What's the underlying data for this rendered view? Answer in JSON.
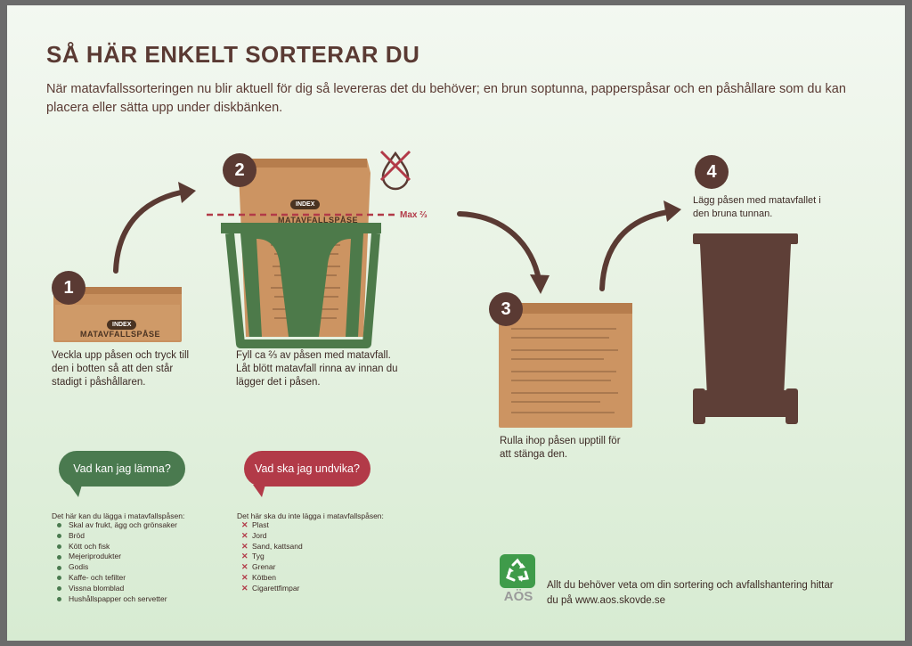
{
  "title": "SÅ HÄR ENKELT SORTERAR DU",
  "intro": "När matavfallssorteringen nu blir aktuell för dig så levereras det du behöver; en brun soptunna, papperspåsar och en påshållare som du kan placera eller sätta upp under diskbänken.",
  "colors": {
    "brown": "#5a3a33",
    "green": "#4a7a4f",
    "holder_green": "#4d7a4a",
    "red": "#b23a48",
    "bag": "#c9915f"
  },
  "steps": [
    {
      "number": "1",
      "text": "Veckla upp påsen och tryck till den i botten så att den står stadigt i påshållaren."
    },
    {
      "number": "2",
      "text": "Fyll ca ⅔ av påsen med matavfall. Låt blött matavfall rinna av innan du lägger det i påsen."
    },
    {
      "number": "3",
      "text": "Rulla ihop påsen upptill för att stänga den."
    },
    {
      "number": "4",
      "text": "Lägg påsen med matavfallet i den bruna tunnan."
    }
  ],
  "bag_label": "MATAVFALLSPÅSE",
  "bag_badge": "INDEX",
  "max_label": "Max ⅔",
  "icons": [
    "no-liquid-icon",
    "recycle-icon",
    "arrow-icon"
  ],
  "allowed": {
    "bubble": "Vad kan jag lämna?",
    "heading": "Det här kan du lägga i matavfallspåsen:",
    "items": [
      "Skal av frukt, ägg och grönsaker",
      "Bröd",
      "Kött och fisk",
      "Mejeriprodukter",
      "Godis",
      "Kaffe- och tefilter",
      "Vissna blomblad",
      "Hushållspapper och servetter"
    ]
  },
  "avoid": {
    "bubble": "Vad ska jag undvika?",
    "heading": "Det här ska du inte lägga i matavfallspåsen:",
    "items": [
      "Plast",
      "Jord",
      "Sand, kattsand",
      "Tyg",
      "Grenar",
      "Kötben",
      "Cigarettfimpar"
    ]
  },
  "footer": {
    "logo_text": "AÖS",
    "text": "Allt du behöver veta om din sortering och avfallshantering hittar du på www.aos.skovde.se"
  }
}
